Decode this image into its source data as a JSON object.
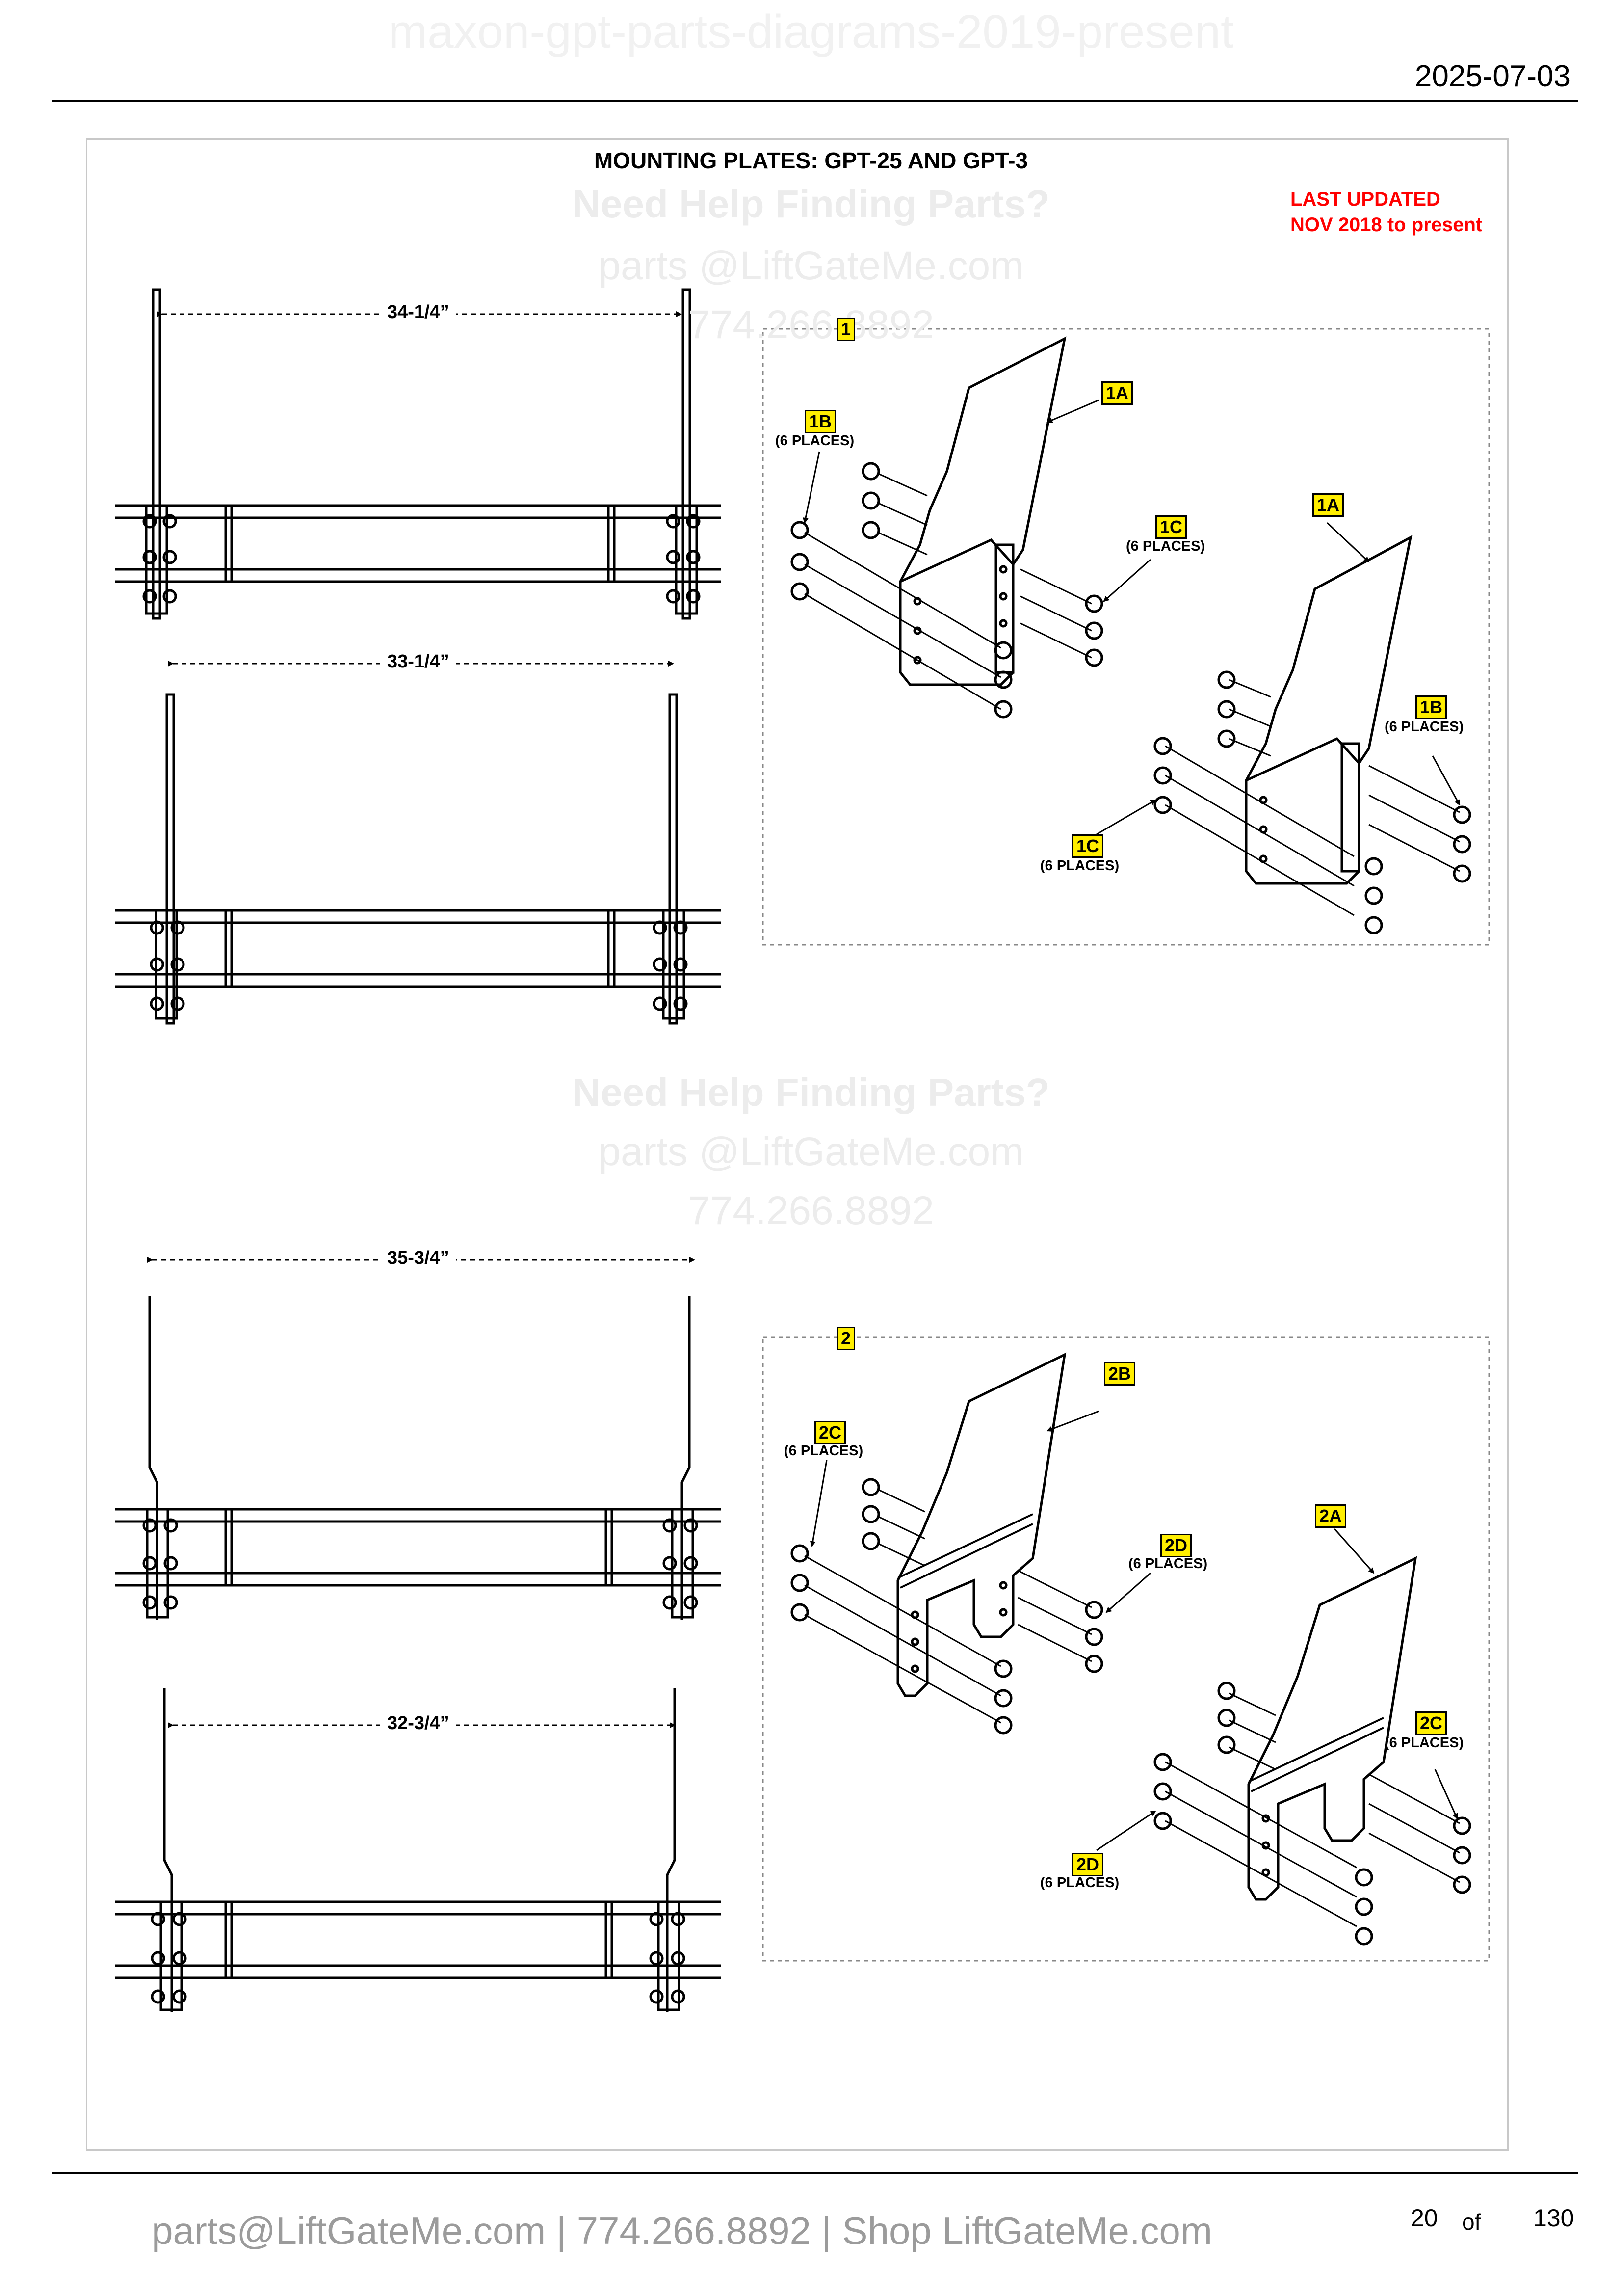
{
  "header": {
    "watermark_title": "maxon-gpt-parts-diagrams-2019-present",
    "date": "2025-07-03"
  },
  "diagram": {
    "title": "MOUNTING PLATES: GPT-25 AND GPT-3",
    "last_updated_line1": "LAST UPDATED",
    "last_updated_line2": "NOV 2018 to present",
    "dims": {
      "d1": "34-1/4”",
      "d2": "33-1/4”",
      "d3": "35-3/4”",
      "d4": "32-3/4”"
    },
    "callouts": {
      "c1": "1",
      "c1A": "1A",
      "c1B": "1B",
      "c1C": "1C",
      "c2": "2",
      "c2A": "2A",
      "c2B": "2B",
      "c2C": "2C",
      "c2D": "2D",
      "places": "(6 PLACES)"
    }
  },
  "watermark": {
    "help": "Need Help Finding Parts?",
    "email": "parts @LiftGateMe.com",
    "phone": "774.266.8892"
  },
  "footer": {
    "contact": "parts@LiftGateMe.com | 774.266.8892 | Shop LiftGateMe.com",
    "page_current": "20",
    "page_of": "of",
    "page_total": "130"
  }
}
